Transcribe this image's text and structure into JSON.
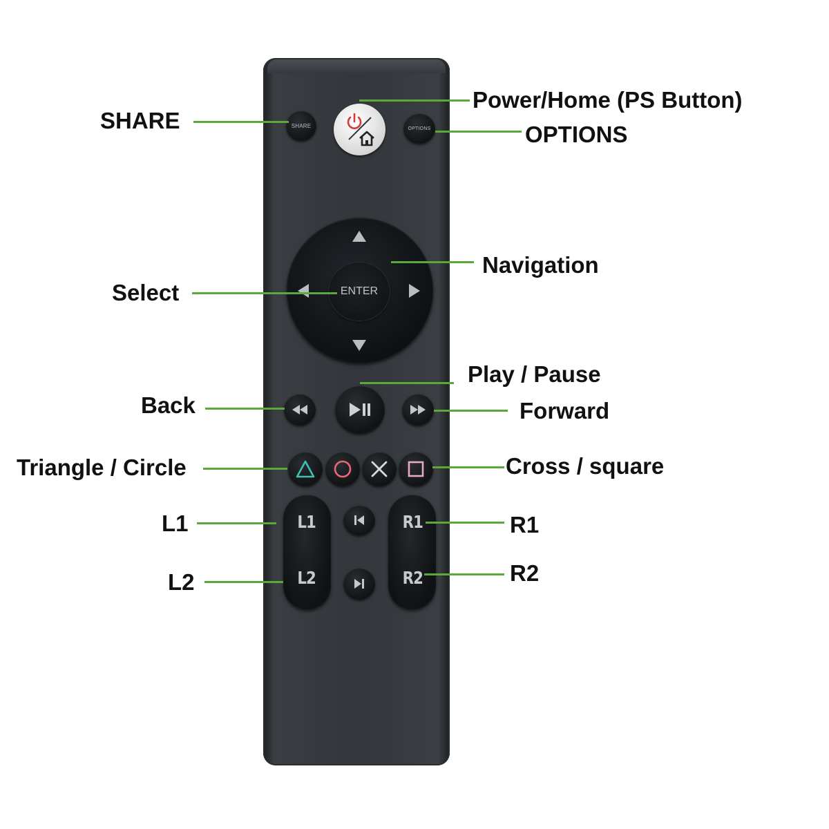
{
  "remote": {
    "share_button_text": "SHARE",
    "options_button_text": "OPTIONS",
    "enter_button_text": "ENTER",
    "l1_text": "L1",
    "l2_text": "L2",
    "r1_text": "R1",
    "r2_text": "R2",
    "icons": [
      "power-icon",
      "home-icon",
      "arrow-up-icon",
      "arrow-down-icon",
      "arrow-left-icon",
      "arrow-right-icon",
      "rewind-icon",
      "play-pause-icon",
      "fast-forward-icon",
      "triangle-icon",
      "circle-icon",
      "cross-icon",
      "square-icon",
      "skip-previous-icon",
      "skip-next-icon"
    ],
    "power_icon_color": "#d9393a",
    "triangle_color": "#3fc1b0",
    "circle_color": "#e8687a",
    "cross_color": "#d7dbe0",
    "square_color": "#e8a8c8"
  },
  "callouts": {
    "share": "SHARE",
    "power_home": "Power/Home (PS Button)",
    "options": "OPTIONS",
    "navigation": "Navigation",
    "select": "Select",
    "play_pause": "Play / Pause",
    "back": "Back",
    "forward": "Forward",
    "triangle_circle": "Triangle / Circle",
    "cross_square": "Cross / square",
    "l1": "L1",
    "l2": "L2",
    "r1": "R1",
    "r2": "R2"
  },
  "colors": {
    "callout_line": "#5aa93a",
    "label_text": "#111111",
    "remote_body": "#35393d"
  }
}
